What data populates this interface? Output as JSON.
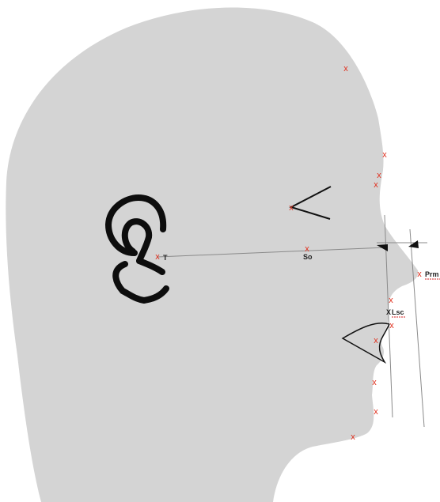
{
  "colors": {
    "head_fill": "#d4d4d4",
    "ear": "#0d0d0d",
    "marker": "#e0301e",
    "line": "#8a8a8a",
    "text": "#222222",
    "spell_underline": "#d42020"
  },
  "marker_glyph": "x",
  "labels": {
    "T": "T",
    "So": "So",
    "Prm": "Prm",
    "Lsc": "Lsc",
    "Lsc_prefix": "X"
  },
  "icons": {
    "ear": "ear-icon",
    "eye": "eye-chevron-icon",
    "mouth": "mouth-outline-icon"
  }
}
